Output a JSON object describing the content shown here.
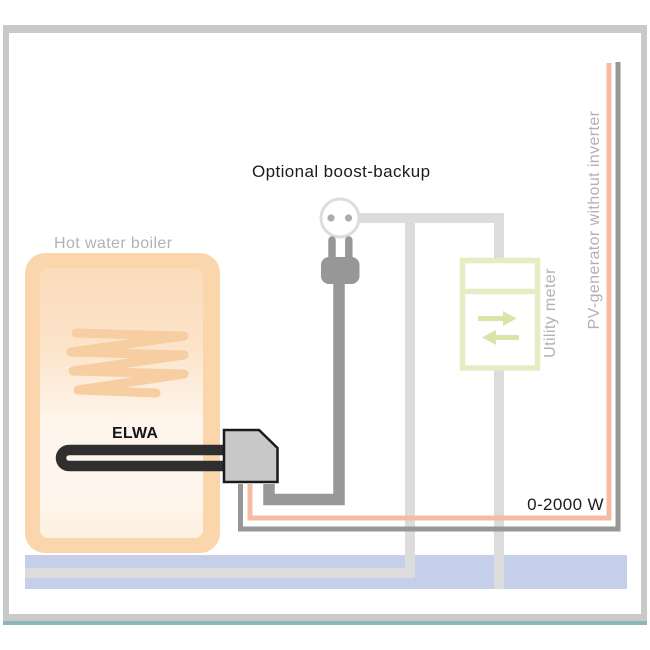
{
  "diagram": {
    "labels": {
      "boiler": "Hot water boiler",
      "element": "ELWA",
      "boost": "Optional boost-backup",
      "meter": "Utility meter",
      "pv": "PV-generator without inverter",
      "power_range": "0-2000 W"
    }
  },
  "colors": {
    "frame_gray": "#c9c9c9",
    "frame_teal": "#8fb3bb",
    "boiler_body": "#fbd6ac",
    "boiler_inner_top": "#fadcbb",
    "boiler_inner_light": "#fef6ec",
    "coil_peach": "#f7cda2",
    "circuit_light": "#dcdcdc",
    "cable_gray": "#989898",
    "plug_gray": "#979797",
    "socket_ring": "#dddddd",
    "socket_dot": "#ababab",
    "element_dark": "#2f2f2f",
    "unit_fill": "#c8c8c8",
    "unit_border": "#1b1b1b",
    "meter_green": "#e4edc4",
    "meter_arrow": "#d8e5a8",
    "pv_orange": "#f4bda1",
    "pv_return_gray": "#979797",
    "band_blue": "#c5cfe9",
    "label_gray": "#b2b2b2",
    "text_dark": "#1c1c1c"
  }
}
